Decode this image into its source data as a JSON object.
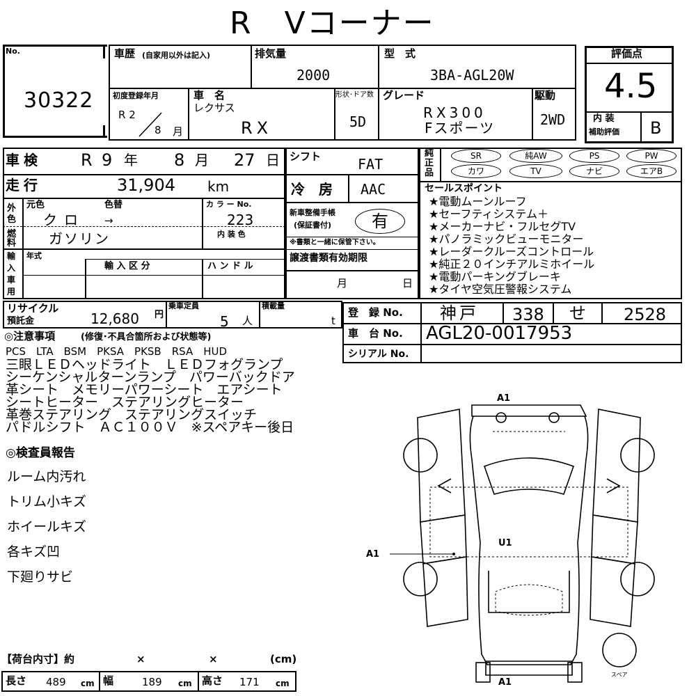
{
  "title": "R　Vコーナー",
  "lot": {
    "label": "No.",
    "value": "30322"
  },
  "history": {
    "label": "車歴",
    "sub": "(自家用以外は記入)"
  },
  "displacement": {
    "label": "排気量",
    "value": "2000"
  },
  "model": {
    "label": "型　式",
    "value": "3BA-AGL20W"
  },
  "first_reg": {
    "label": "初度登録年月",
    "era": "R 2",
    "month": "8",
    "month_unit": "月"
  },
  "car_name": {
    "label": "車　名",
    "maker": "レクサス",
    "value": "RX"
  },
  "body": {
    "label": "形状･ドア数",
    "value": "5D"
  },
  "grade": {
    "label": "グレード",
    "line1": "RX300",
    "line2": "Fスポーツ"
  },
  "drive": {
    "label": "駆動",
    "value": "2WD"
  },
  "score": {
    "label": "評価点",
    "value": "4.5",
    "interior_label1": "内 装",
    "interior_label2": "補助評価",
    "interior_value": "B"
  },
  "inspection": {
    "label": "車検",
    "era": "R",
    "year": "9",
    "year_unit": "年",
    "month": "8",
    "month_unit": "月",
    "day": "27",
    "day_unit": "日"
  },
  "shift": {
    "label": "シフト",
    "value": "FAT"
  },
  "mileage": {
    "label": "走行",
    "value": "31,904",
    "unit": "km"
  },
  "ac": {
    "label": "冷　房",
    "value": "AAC"
  },
  "color": {
    "outer_label": "外色",
    "orig_label": "元色",
    "orig_value": "クロ",
    "change_label": "色替",
    "change_value": "→",
    "code_label": "カ ラ ー No.",
    "code_value": "223",
    "interior_label": "内 装 色"
  },
  "fuel": {
    "label": "燃料",
    "value": "ガソリン"
  },
  "manual": {
    "label1": "新車整備手帳",
    "label2": "(保証書付)",
    "value": "有",
    "note": "※書類と一緒に保管下さい。"
  },
  "import": {
    "label": "輸入車用",
    "year_label": "年式",
    "class_label": "輸 入 区 分",
    "handle_label": "ハ ン ド ル"
  },
  "transfer": {
    "label": "譲渡書類有効期限",
    "month_unit": "月",
    "day_unit": "日"
  },
  "equipment": {
    "label1": "純",
    "label2": "正",
    "label3": "品",
    "items": [
      "SR",
      "純AW",
      "PS",
      "PW",
      "カワ",
      "TV",
      "ナビ",
      "エアB"
    ]
  },
  "sales": {
    "label": "セールスポイント",
    "points": [
      "★電動ムーンルーフ",
      "★セーフティシステム＋",
      "★メーカーナビ・フルセグTV",
      "★パノラミックビューモニター",
      "★レーダークルーズコントロール",
      "★純正２０インチアルミホイール",
      "★電動パーキングブレーキ",
      "★タイヤ空気圧警報システム"
    ]
  },
  "recycle": {
    "label1": "リサイクル",
    "label2": "預託金",
    "value": "12,680",
    "unit": "円"
  },
  "capacity": {
    "label": "乗車定員",
    "value": "5",
    "unit": "人"
  },
  "load": {
    "label": "積載量",
    "unit": "t"
  },
  "registration": {
    "label": "登　録 No.",
    "area": "神戸",
    "class": "338",
    "kana": "せ",
    "number": "2528"
  },
  "chassis": {
    "label": "車　台 No.",
    "value": "AGL20-0017953"
  },
  "serial": {
    "label": "シリアル No.",
    "value": ""
  },
  "notes": {
    "label": "◎注意事項",
    "sub": "(修復･不具合箇所および状態等)",
    "lines": [
      "PCS　LTA　BSM　PKSA　PKSB　RSA　HUD",
      "三眼ＬＥＤヘッドライト　ＬＥＤフォグランプ",
      "シーケンシャルターンランプ　パワーバックドア",
      "革シート　メモリーパワーシート　エアシート",
      "シートヒーター　ステアリングヒーター",
      "革巻ステアリング　ステアリングスイッチ",
      "パドルシフト　ＡＣ１００Ｖ　※スペアキー後日"
    ]
  },
  "report": {
    "label": "◎検査員報告",
    "lines": [
      "ルーム内汚れ",
      "トリム小キズ",
      "ホイールキズ",
      "各キズ凹",
      "下廻りサビ"
    ]
  },
  "cargo": {
    "label": "【荷台内寸】約",
    "x1": "×",
    "x2": "×",
    "unit_label": "(cm)",
    "length_label": "長さ",
    "length": "489",
    "width_label": "幅",
    "width": "189",
    "height_label": "高さ",
    "height": "171",
    "cm": "cm"
  },
  "diagram": {
    "top": "A1",
    "left": "A1",
    "center": "U1",
    "bottom": "A1",
    "spare": "スペア"
  }
}
